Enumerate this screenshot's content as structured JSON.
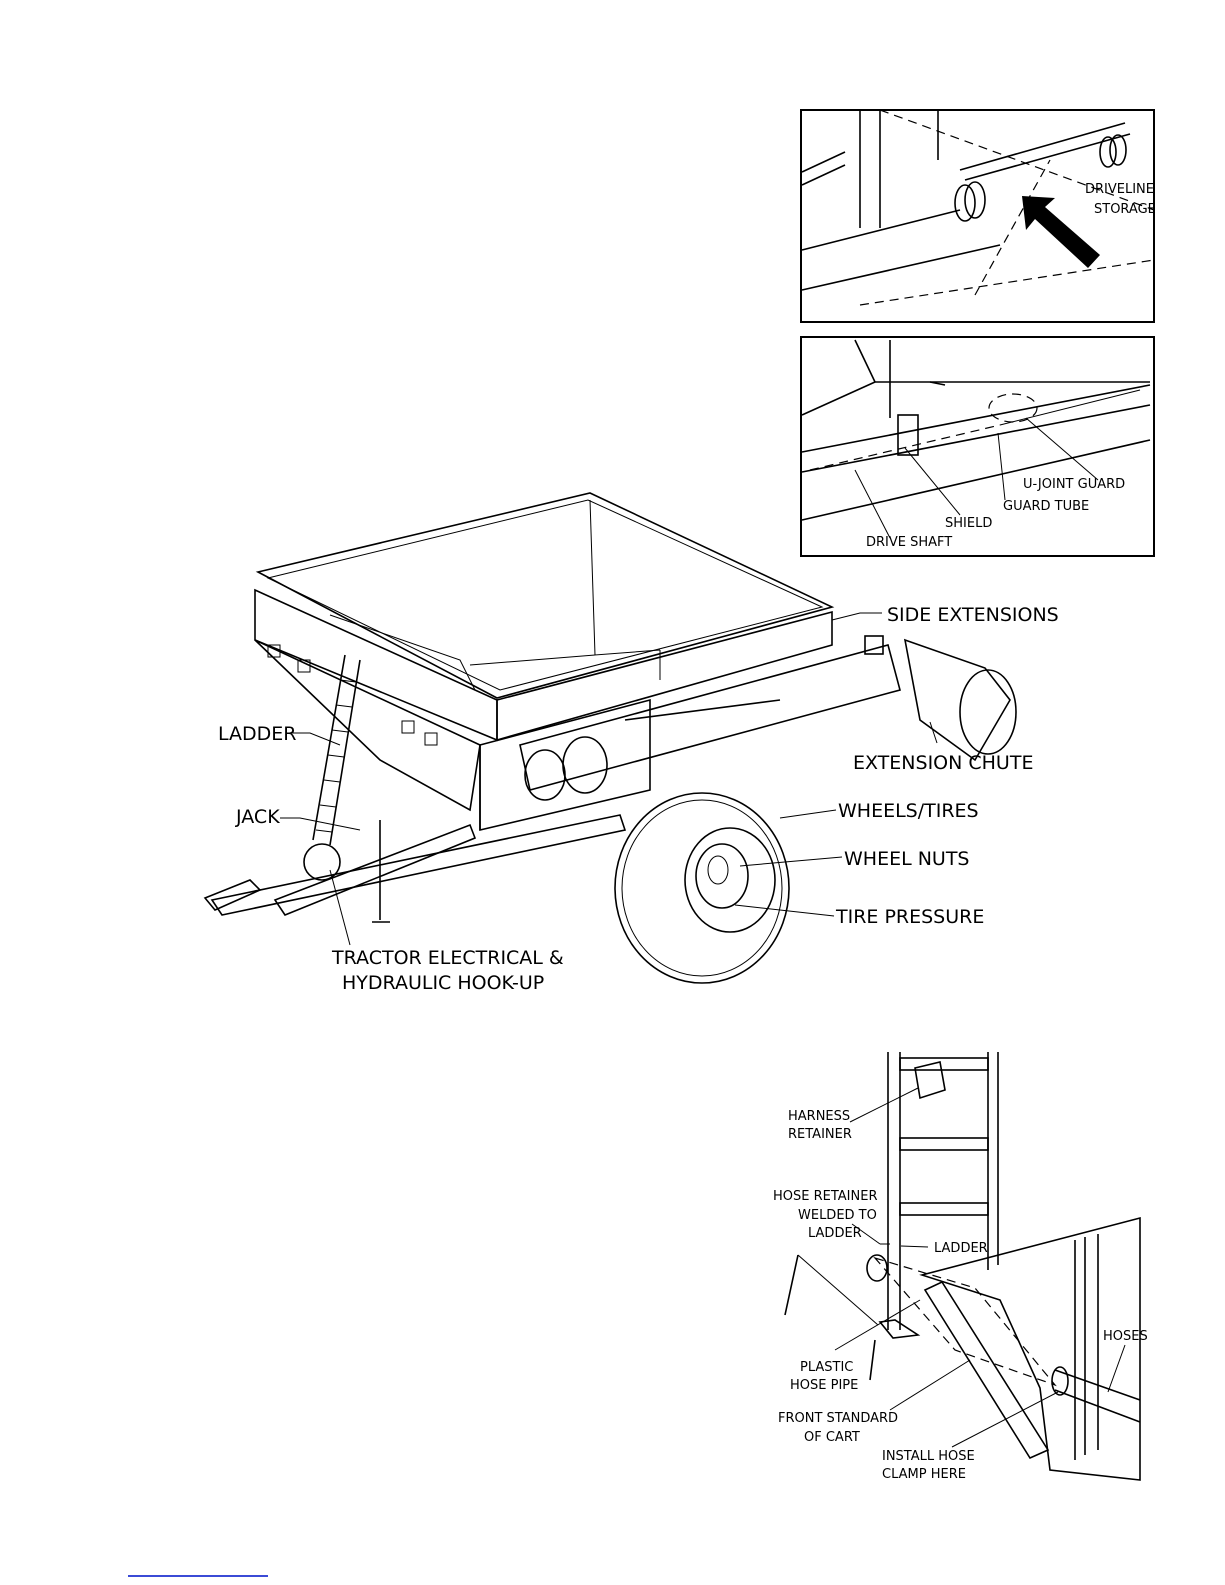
{
  "main_figure": {
    "labels": {
      "side_extensions": "SIDE EXTENSIONS",
      "ladder": "LADDER",
      "extension_chute": "EXTENSION CHUTE",
      "jack": "JACK",
      "wheels_tires": "WHEELS/TIRES",
      "wheel_nuts": "WHEEL NUTS",
      "tire_pressure": "TIRE PRESSURE",
      "tractor_hookup_line1": "TRACTOR ELECTRICAL &",
      "tractor_hookup_line2": "HYDRAULIC HOOK-UP"
    }
  },
  "inset_driveline": {
    "label_line1": "DRIVELINE",
    "label_line2": "STORAGE"
  },
  "inset_driveshaft": {
    "labels": {
      "u_joint_guard": "U-JOINT GUARD",
      "guard_tube": "GUARD TUBE",
      "shield": "SHIELD",
      "drive_shaft": "DRIVE SHAFT"
    }
  },
  "hose_figure": {
    "labels": {
      "harness_line1": "HARNESS",
      "harness_line2": "RETAINER",
      "hose_ret_line1": "HOSE RETAINER",
      "hose_ret_line2": "WELDED TO",
      "hose_ret_line3": "LADDER",
      "ladder": "LADDER",
      "plastic_line1": "PLASTIC",
      "plastic_line2": "HOSE PIPE",
      "front_line1": "FRONT STANDARD",
      "front_line2": "OF CART",
      "install_line1": "INSTALL HOSE",
      "install_line2": "CLAMP HERE",
      "hoses": "HOSES"
    }
  }
}
